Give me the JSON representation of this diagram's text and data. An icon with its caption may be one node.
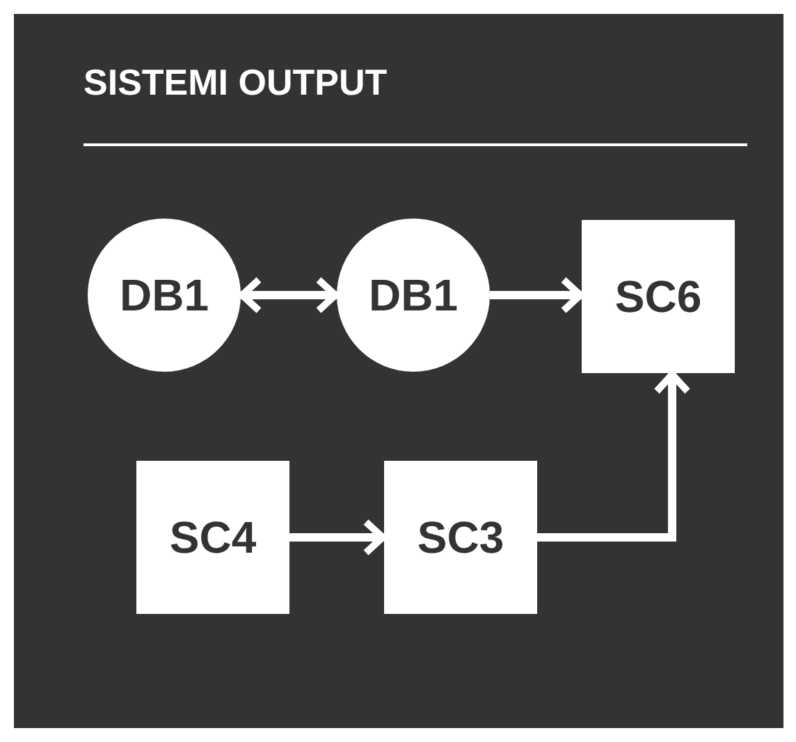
{
  "diagram": {
    "title": "SISTEMI OUTPUT",
    "nodes": [
      {
        "text": [
          "DB1"
        ]
      },
      {
        "text": [
          "DB1"
        ]
      },
      {
        "text": [
          "SC6"
        ]
      },
      {
        "text": [
          "SC4"
        ]
      },
      {
        "text": [
          "SC3"
        ]
      }
    ],
    "edges": [
      {
        "from": 0,
        "to": 1,
        "arrow": "both"
      },
      {
        "from": 1,
        "to": 2,
        "arrow": "to"
      },
      {
        "from": 3,
        "to": 4,
        "arrow": "to"
      },
      {
        "from": 4,
        "to": 2,
        "arrow": "to"
      }
    ]
  }
}
